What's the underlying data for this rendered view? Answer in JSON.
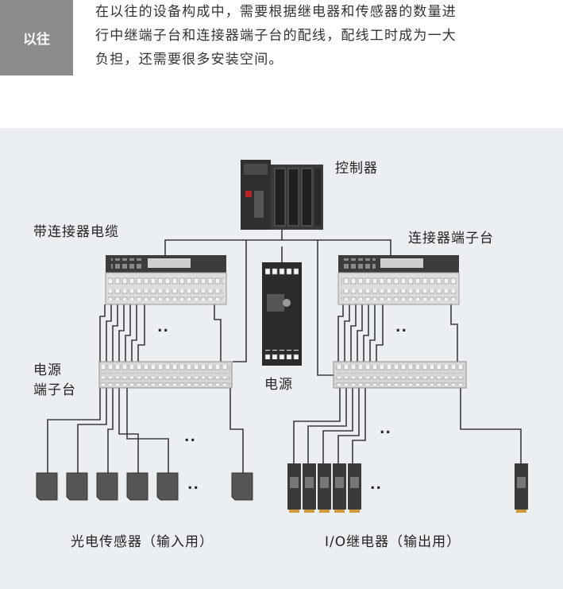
{
  "header": {
    "badge": "以往",
    "lines": [
      "在以往的设备构成中，需要根据继电器和传感器的数量进",
      "行中继端子台和连接器端子台的配线，配线工时成为一大",
      "负担，还需要很多安装空间。"
    ]
  },
  "diagram": {
    "controller": "控制器",
    "cable_with_connector": "带连接器电缆",
    "connector_terminal": "连接器端子台",
    "power_terminal_line1": "电源",
    "power_terminal_line2": "端子台",
    "power_supply": "电源",
    "sensors": "光电传感器（输入用）",
    "relays": "I/O继电器（输出用）",
    "ellipsis": ".."
  },
  "colors": {
    "panel_bg": "#eceff1",
    "wire": "#3a3a3a",
    "device_dark": "#333333",
    "terminal_light": "#d6d6d6",
    "badge": "#8c8c8c"
  }
}
